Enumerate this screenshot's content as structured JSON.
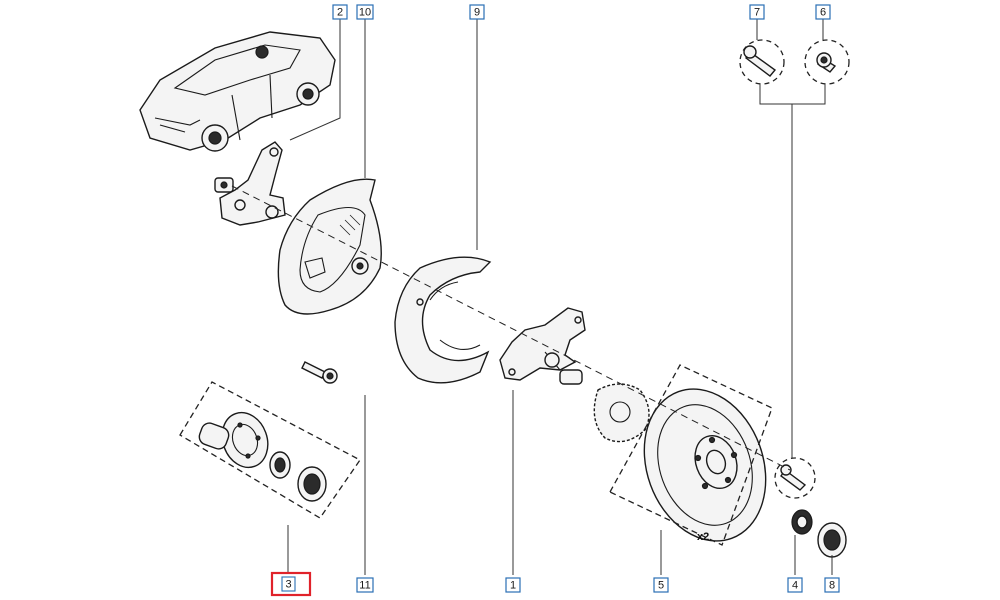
{
  "callouts": [
    {
      "id": "2",
      "label": "2",
      "selected": false
    },
    {
      "id": "10",
      "label": "10",
      "selected": false
    },
    {
      "id": "9",
      "label": "9",
      "selected": false
    },
    {
      "id": "7",
      "label": "7",
      "selected": false
    },
    {
      "id": "6",
      "label": "6",
      "selected": false
    },
    {
      "id": "3",
      "label": "3",
      "selected": true
    },
    {
      "id": "11",
      "label": "11",
      "selected": false
    },
    {
      "id": "1",
      "label": "1",
      "selected": false
    },
    {
      "id": "5",
      "label": "5",
      "selected": false
    },
    {
      "id": "4",
      "label": "4",
      "selected": false
    },
    {
      "id": "8",
      "label": "8",
      "selected": false
    }
  ],
  "quantity_label": "x2",
  "colors": {
    "selected": "#e0222a",
    "callout_border": "#2a6fb5"
  }
}
